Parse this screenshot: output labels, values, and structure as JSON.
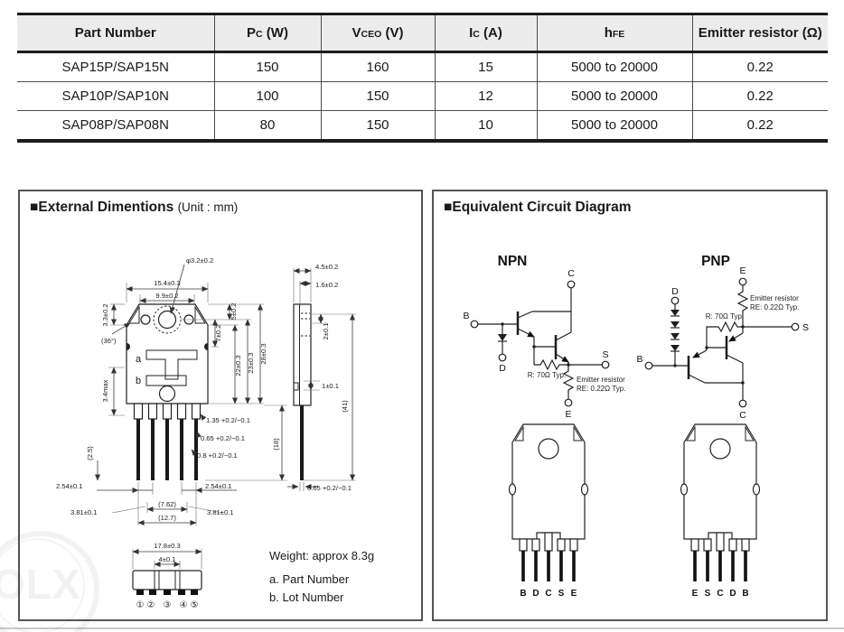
{
  "page": {
    "watermark_text": "OLX"
  },
  "table": {
    "headers": [
      {
        "pre": "Part Number",
        "sub": "",
        "post": ""
      },
      {
        "pre": "P",
        "sub": "C",
        "post": " (W)"
      },
      {
        "pre": "V",
        "sub": "CEO",
        "post": " (V)"
      },
      {
        "pre": "I",
        "sub": "C",
        "post": " (A)"
      },
      {
        "pre": "h",
        "sub": "FE",
        "post": ""
      },
      {
        "pre": "Emitter resistor (Ω)",
        "sub": "",
        "post": ""
      }
    ],
    "rows": [
      [
        "SAP15P/SAP15N",
        "150",
        "160",
        "15",
        "5000 to 20000",
        "0.22"
      ],
      [
        "SAP10P/SAP10N",
        "100",
        "150",
        "12",
        "5000 to 20000",
        "0.22"
      ],
      [
        "SAP08P/SAP08N",
        "80",
        "150",
        "10",
        "5000 to 20000",
        "0.22"
      ]
    ]
  },
  "dim_panel": {
    "bullet": "■",
    "title": "External Dimentions",
    "suffix": "(Unit : mm)",
    "front": {
      "label_a": "a",
      "label_b": "b"
    },
    "dims": {
      "w154": "15.4±0.3",
      "w99": "9.9±0.2",
      "hole": "φ3.2±0.2",
      "h33": "3.3±0.2",
      "ang36": "(36°)",
      "h5": "5±0.2",
      "h7": "7±0.2",
      "h22": "22±0.3",
      "h23": "23±0.3",
      "h28": "28±0.3",
      "h34": "3.4max",
      "h25": "(2.5)",
      "p135": "1.35 +0.2/−0.1",
      "p065": "0.65 +0.2/−0.1",
      "p08": "0.8 +0.2/−0.1",
      "pitch254l": "2.54±0.1",
      "pitch254r": "2.54±0.1",
      "pitch381l": "3.81±0.1",
      "pitch381r": "3.81±0.1",
      "d762": "(7.62)",
      "d127": "(12.7)",
      "len18": "(18)",
      "s45": "4.5±0.2",
      "s16": "1.6±0.2",
      "s2": "2±0.1",
      "s1": "1±0.1",
      "s41": "(41)",
      "s065": "0.65 +0.2/−0.1",
      "b178": "17.8±0.3",
      "b4": "4±0.1"
    },
    "pin_nums": [
      "①",
      "②",
      "③",
      "④",
      "⑤"
    ],
    "notes": {
      "weight": "Weight: approx 8.3g",
      "a": "a. Part Number",
      "b": "b. Lot Number"
    }
  },
  "circuit_panel": {
    "bullet": "■",
    "title": "Equivalent Circuit Diagram",
    "npn": {
      "name": "NPN",
      "t_c": "C",
      "t_b": "B",
      "t_d": "D",
      "t_s": "S",
      "t_e": "E",
      "r": "R: 70Ω Typ.",
      "re1": "Emitter resistor",
      "re2": "RE: 0.22Ω Typ."
    },
    "pnp": {
      "name": "PNP",
      "t_e": "E",
      "t_d": "D",
      "t_b": "B",
      "t_s": "S",
      "t_c": "C",
      "r": "R: 70Ω Typ.",
      "re1": "Emitter resistor",
      "re2": "RE: 0.22Ω Typ."
    },
    "pkg_left_pins": [
      "B",
      "D",
      "C",
      "S",
      "E"
    ],
    "pkg_right_pins": [
      "E",
      "S",
      "C",
      "D",
      "B"
    ]
  }
}
